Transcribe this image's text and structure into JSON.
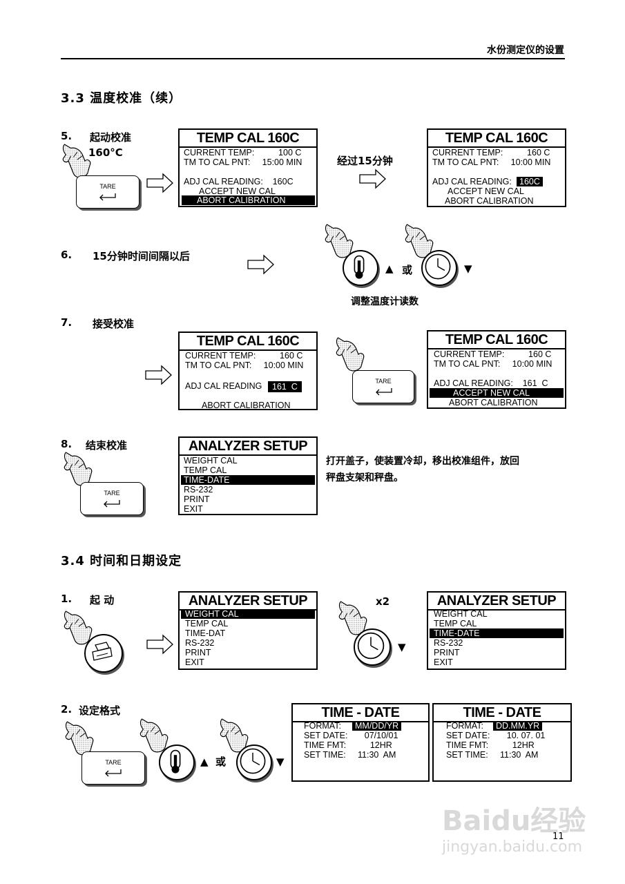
{
  "header": {
    "title": "水份测定仪的设置"
  },
  "sec33": {
    "title": "3.3  温度校准（续）",
    "step5": {
      "num": "5.",
      "label": "起动校准",
      "temp": "160°C",
      "between": "经过15分钟",
      "lcd1": {
        "title": "TEMP CAL 160C",
        "l1": "CURRENT TEMP:          100 C",
        "l2": "TM TO CAL PNT:     15:00 MIN",
        "l3": "ADJ CAL READING:    160C",
        "l4": "ACCEPT NEW CAL",
        "l5": "ABORT CALIBRATION"
      },
      "lcd2": {
        "title": "TEMP CAL 160C",
        "l1": "CURRENT TEMP:          160 C",
        "l2": "TM TO CAL PNT:     10:00 MIN",
        "l3a": "ADJ CAL READING:",
        "l3b": "160C",
        "l4": "ACCEPT NEW CAL",
        "l5": "ABORT CALIBRATION"
      }
    },
    "step6": {
      "num": "6.",
      "label": "15分钟时间间隔以后",
      "or": "或",
      "caption": "调整温度计读数"
    },
    "step7": {
      "num": "7.",
      "label": "接受校准",
      "lcd1": {
        "title": "TEMP CAL 160C",
        "l1": "CURRENT TEMP:          160 C",
        "l2": "TM TO CAL PNT:     10:00 MIN",
        "l3a": "ADJ CAL READING",
        "l3b": "161  C",
        "l5": "ABORT CALIBRATION"
      },
      "lcd2": {
        "title": "TEMP CAL 160C",
        "l1": "CURRENT TEMP:          160 C",
        "l2": "TM TO CAL PNT:     10:00 MIN",
        "l3": "ADJ CAL READING:    161  C",
        "l4": "ACCEPT NEW CAL",
        "l5": "ABORT CALIBRATION"
      }
    },
    "step8": {
      "num": "8.",
      "label": "结束校准",
      "lcd": {
        "title": "ANALYZER SETUP",
        "items": [
          "WEIGHT CAL",
          "TEMP CAL",
          "TIME-DATE",
          "RS-232",
          "PRINT",
          "EXIT"
        ]
      },
      "note1": "打开盖子，使装置冷却，移出校准组件，放回",
      "note2": "秤盘支架和秤盘。"
    }
  },
  "sec34": {
    "title": "3.4  时间和日期设定",
    "step1": {
      "num": "1.",
      "label": "起 动",
      "x2": "x2",
      "lcd1": {
        "title": "ANALYZER SETUP",
        "items": [
          "WEIGHT CAL",
          "TEMP CAL",
          "TIME-DAT",
          "RS-232",
          "PRINT",
          "EXIT"
        ]
      },
      "lcd2": {
        "title": "ANALYZER SETUP",
        "items": [
          "WEIGHT CAL",
          "TEMP CAL",
          "TIME-DATE",
          "RS-232",
          "PRINT",
          "EXIT"
        ]
      }
    },
    "step2": {
      "num": "2.",
      "label": "设定格式",
      "or": "或",
      "lcd1": {
        "title": "TIME - DATE",
        "f_lbl": "FORMAT:",
        "f_val": "MM/DD/YR",
        "l2": "SET DATE:       07/10/01",
        "l3": "TIME FMT:          12HR",
        "l4": "SET TIME:     11:30  AM"
      },
      "lcd2": {
        "title": "TIME - DATE",
        "f_lbl": "FORMAT:",
        "f_val": "DD.MM.YR",
        "l2": "SET DATE:       10. 07. 01",
        "l3": "TIME FMT:          12HR",
        "l4": "SET TIME:     11:30  AM"
      }
    }
  },
  "buttons": {
    "tare": "TARE"
  },
  "footer": {
    "page": "11",
    "wm_brand": "Baidu经验",
    "wm_url": "jingyan.baidu.com"
  }
}
